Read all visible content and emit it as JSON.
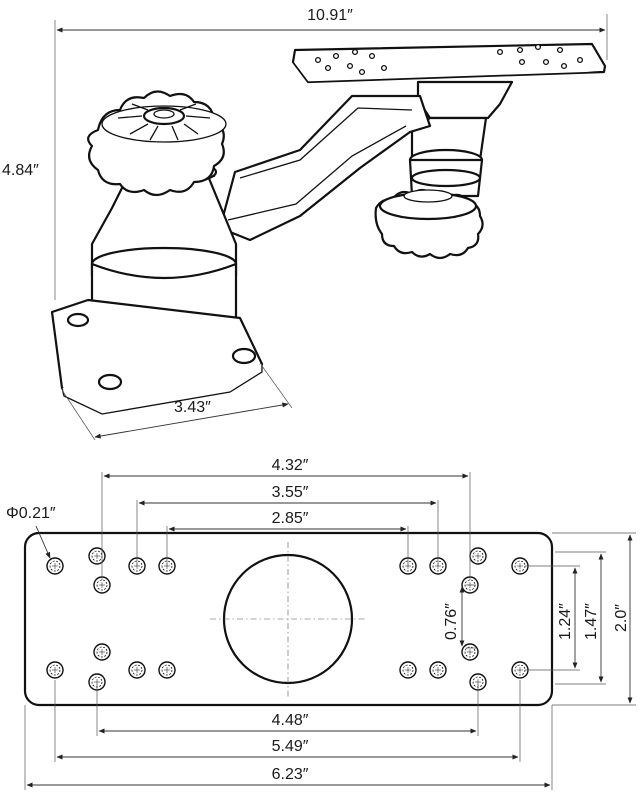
{
  "perspective_view": {
    "overall_width": "10.91″",
    "overall_height": "4.84″",
    "base_width": "3.43″"
  },
  "plate_view": {
    "hole_diameter": "Φ0.21″",
    "top_dims": [
      "4.32″",
      "3.55″",
      "2.85″"
    ],
    "bottom_dims": [
      "4.48″",
      "5.49″",
      "6.23″"
    ],
    "right_dims": [
      "0.76″",
      "1.24″",
      "1.47″",
      "2.0″"
    ]
  }
}
